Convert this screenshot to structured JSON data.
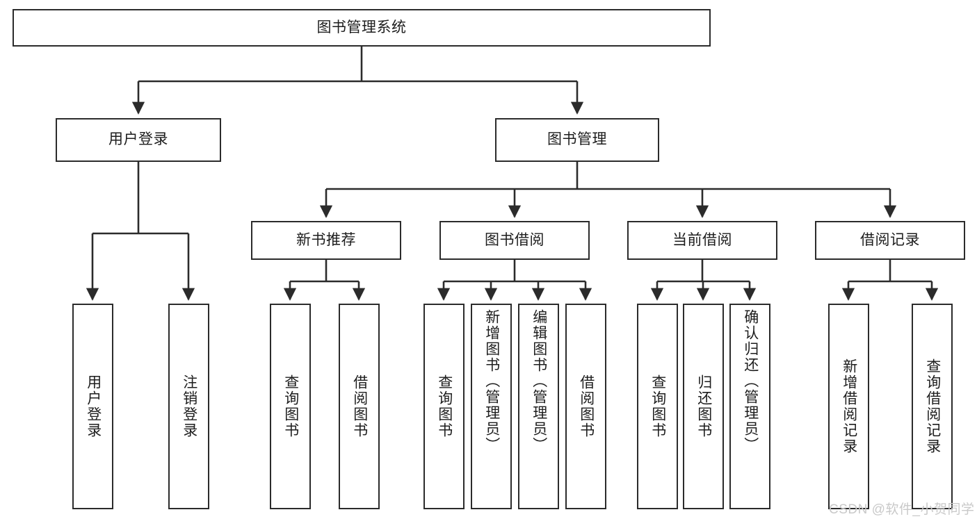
{
  "diagram": {
    "title": "图书管理系统",
    "type": "tree-hierarchy",
    "root": {
      "label": "图书管理系统"
    },
    "level2": [
      {
        "label": "用户登录"
      },
      {
        "label": "图书管理"
      }
    ],
    "level3": [
      {
        "label": "新书推荐"
      },
      {
        "label": "图书借阅"
      },
      {
        "label": "当前借阅"
      },
      {
        "label": "借阅记录"
      }
    ],
    "leaves": {
      "user_login": [
        {
          "label": "用户登录",
          "align": "center"
        },
        {
          "label": "注销登录",
          "align": "center"
        }
      ],
      "new_book_recommend": [
        {
          "label": "查询图书",
          "align": "center"
        },
        {
          "label": "借阅图书",
          "align": "center"
        }
      ],
      "book_borrow": [
        {
          "label": "查询图书",
          "align": "center"
        },
        {
          "label": "新增图书（管理员）",
          "align": "top"
        },
        {
          "label": "编辑图书（管理员）",
          "align": "top"
        },
        {
          "label": "借阅图书",
          "align": "center"
        }
      ],
      "current_borrow": [
        {
          "label": "查询图书",
          "align": "center"
        },
        {
          "label": "归还图书",
          "align": "center"
        },
        {
          "label": "确认归还（管理员）",
          "align": "top"
        }
      ],
      "borrow_record": [
        {
          "label": "新增借阅记录",
          "align": "center"
        },
        {
          "label": "查询借阅记录",
          "align": "center"
        }
      ]
    },
    "watermark": "CSDN @软件_小贺同学",
    "colors": {
      "stroke": "#2b2b2b",
      "background": "#ffffff",
      "text": "#1d1d1d",
      "watermark": "#c9c9c9"
    }
  }
}
